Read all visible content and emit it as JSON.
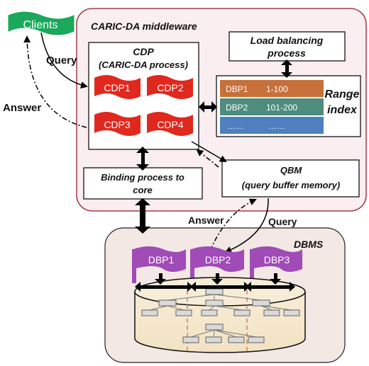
{
  "clients": {
    "label": "Clients"
  },
  "middleware": {
    "title": "CARIC-DA middleware"
  },
  "cdp": {
    "title": "CDP",
    "subtitle": "(CARIC-DA process)",
    "flags": [
      "CDP1",
      "CDP2",
      "CDP3",
      "CDP4"
    ]
  },
  "load_balancing": {
    "line1": "Load balancing",
    "line2": "process"
  },
  "range_index": {
    "label_line1": "Range",
    "label_line2": "index",
    "rows": [
      {
        "name": "DBP1",
        "range": "1-100"
      },
      {
        "name": "DBP2",
        "range": "101-200"
      },
      {
        "name": "……",
        "range": "……"
      }
    ]
  },
  "binding": {
    "line1": "Binding process to",
    "line2": "core"
  },
  "qbm": {
    "line1": "QBM",
    "line2": "(query buffer memory)"
  },
  "dbms": {
    "title": "DBMS",
    "flags": [
      "DBP1",
      "DBP2",
      "DBP3"
    ]
  },
  "edges": {
    "query_top": "Query",
    "answer_top": "Answer",
    "answer_bottom": "Answer",
    "query_bottom": "Query"
  },
  "colors": {
    "clients_green": "#1aa85a",
    "cdp_red": "#e0281e",
    "dbp_purple": "#a04bb8",
    "middleware_fill": "#fbeef0",
    "middleware_border": "#a33a48",
    "dbms_fill": "#f3e8e4",
    "row1": "#c8703a",
    "row2": "#4e8c7e",
    "row3": "#4e7fbf"
  }
}
